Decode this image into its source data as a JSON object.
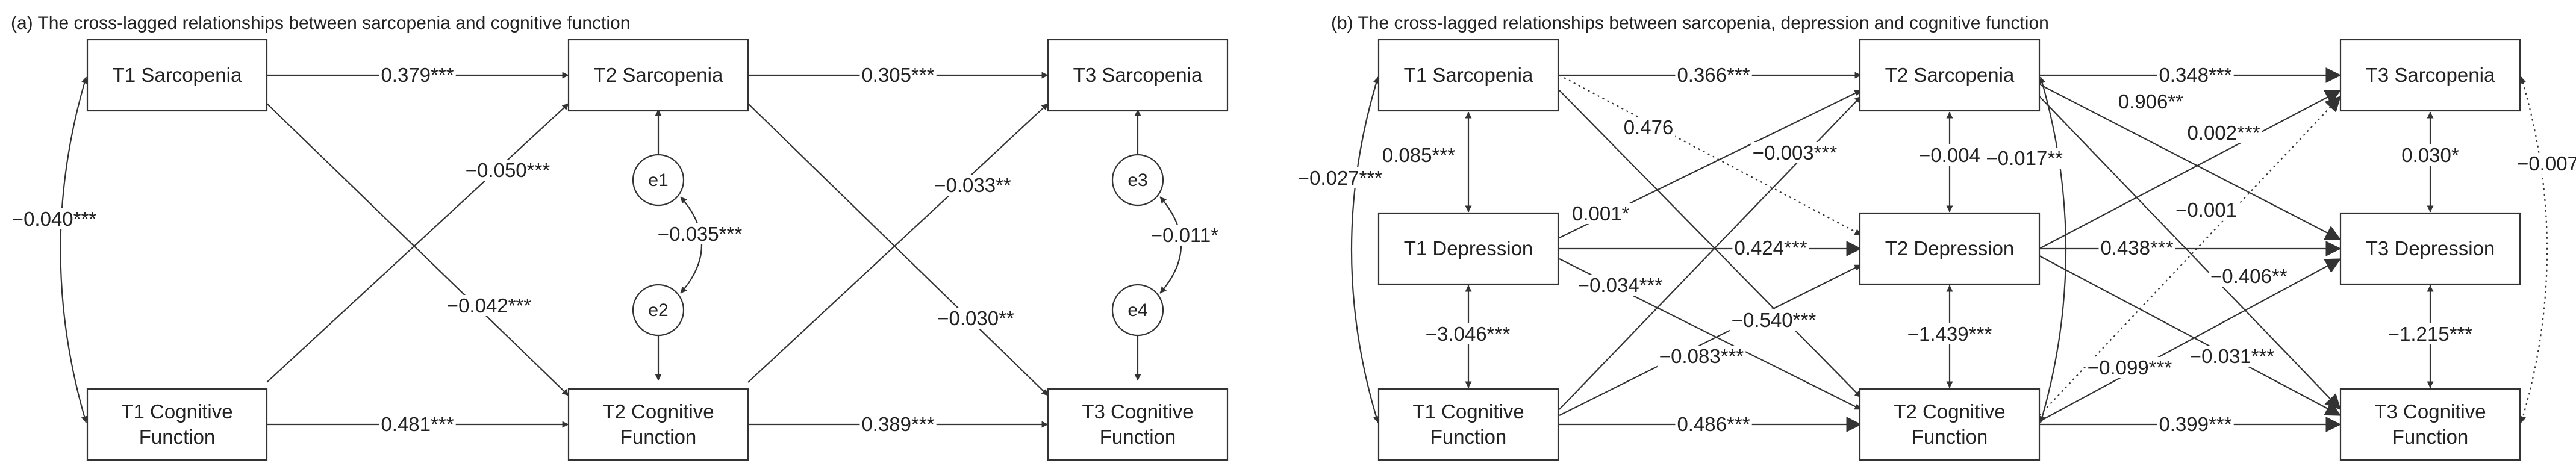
{
  "panel_a": {
    "title": "(a) The cross-lagged relationships between sarcopenia and cognitive function",
    "nodes": {
      "t1s": [
        "T1 Sarcopenia"
      ],
      "t2s": [
        "T2 Sarcopenia"
      ],
      "t3s": [
        "T3 Sarcopenia"
      ],
      "t1c": [
        "T1  Cognitive",
        "Function"
      ],
      "t2c": [
        "T2  Cognitive",
        "Function"
      ],
      "t3c": [
        "T3  Cognitive",
        "Function"
      ],
      "e1": [
        "e1"
      ],
      "e2": [
        "e2"
      ],
      "e3": [
        "e3"
      ],
      "e4": [
        "e4"
      ]
    },
    "paths": {
      "t1s_t2s": "0.379***",
      "t2s_t3s": "0.305***",
      "t1c_t2c": "0.481***",
      "t2c_t3c": "0.389***",
      "t1c_t2s": "−0.050***",
      "t1s_t2c": "−0.042***",
      "t2c_t3s": "−0.033**",
      "t2s_t3c": "−0.030**",
      "t1_cov": "−0.040***",
      "e12_cov": "−0.035***",
      "e34_cov": "−0.011*"
    }
  },
  "panel_b": {
    "title": "(b) The cross-lagged relationships between sarcopenia, depression and cognitive function",
    "nodes": {
      "t1s": [
        "T1 Sarcopenia"
      ],
      "t2s": [
        "T2 Sarcopenia"
      ],
      "t3s": [
        "T3 Sarcopenia"
      ],
      "t1d": [
        "T1 Depression"
      ],
      "t2d": [
        "T2 Depression"
      ],
      "t3d": [
        "T3 Depression"
      ],
      "t1c": [
        "T1  Cognitive",
        "Function"
      ],
      "t2c": [
        "T2  Cognitive",
        "Function"
      ],
      "t3c": [
        "T3  Cognitive",
        "Function"
      ]
    },
    "paths": {
      "t1s_t2s": "0.366***",
      "t2s_t3s": "0.348***",
      "t1s_t2d": "0.476",
      "t1_sd": "0.085***",
      "t1_dc": "−3.046***",
      "t1_sc": "−0.027***",
      "t1d_t2s": "0.001*",
      "t1c_t2s": "−0.003***",
      "t1d_t2d": "0.424***",
      "t1d_t2c": "−0.034***",
      "t1s_t2c": "−0.540***",
      "t1c_t2d": "−0.083***",
      "t1c_t2c": "0.486***",
      "t2_sd": "−0.004",
      "t2_dc": "−1.439***",
      "t2_sc": "−0.017**",
      "t2s_t3d": "0.906**",
      "t2d_t3s": "0.002***",
      "t2c_t3s": "−0.001",
      "t2d_t3d": "0.438***",
      "t2s_t3c": "−0.406**",
      "t2c_t3d": "−0.099***",
      "t2d_t3c": "−0.031***",
      "t2c_t3c": "0.399***",
      "t3_sd": "0.030*",
      "t3_dc": "−1.215***",
      "t3_sc": "−0.007"
    }
  }
}
